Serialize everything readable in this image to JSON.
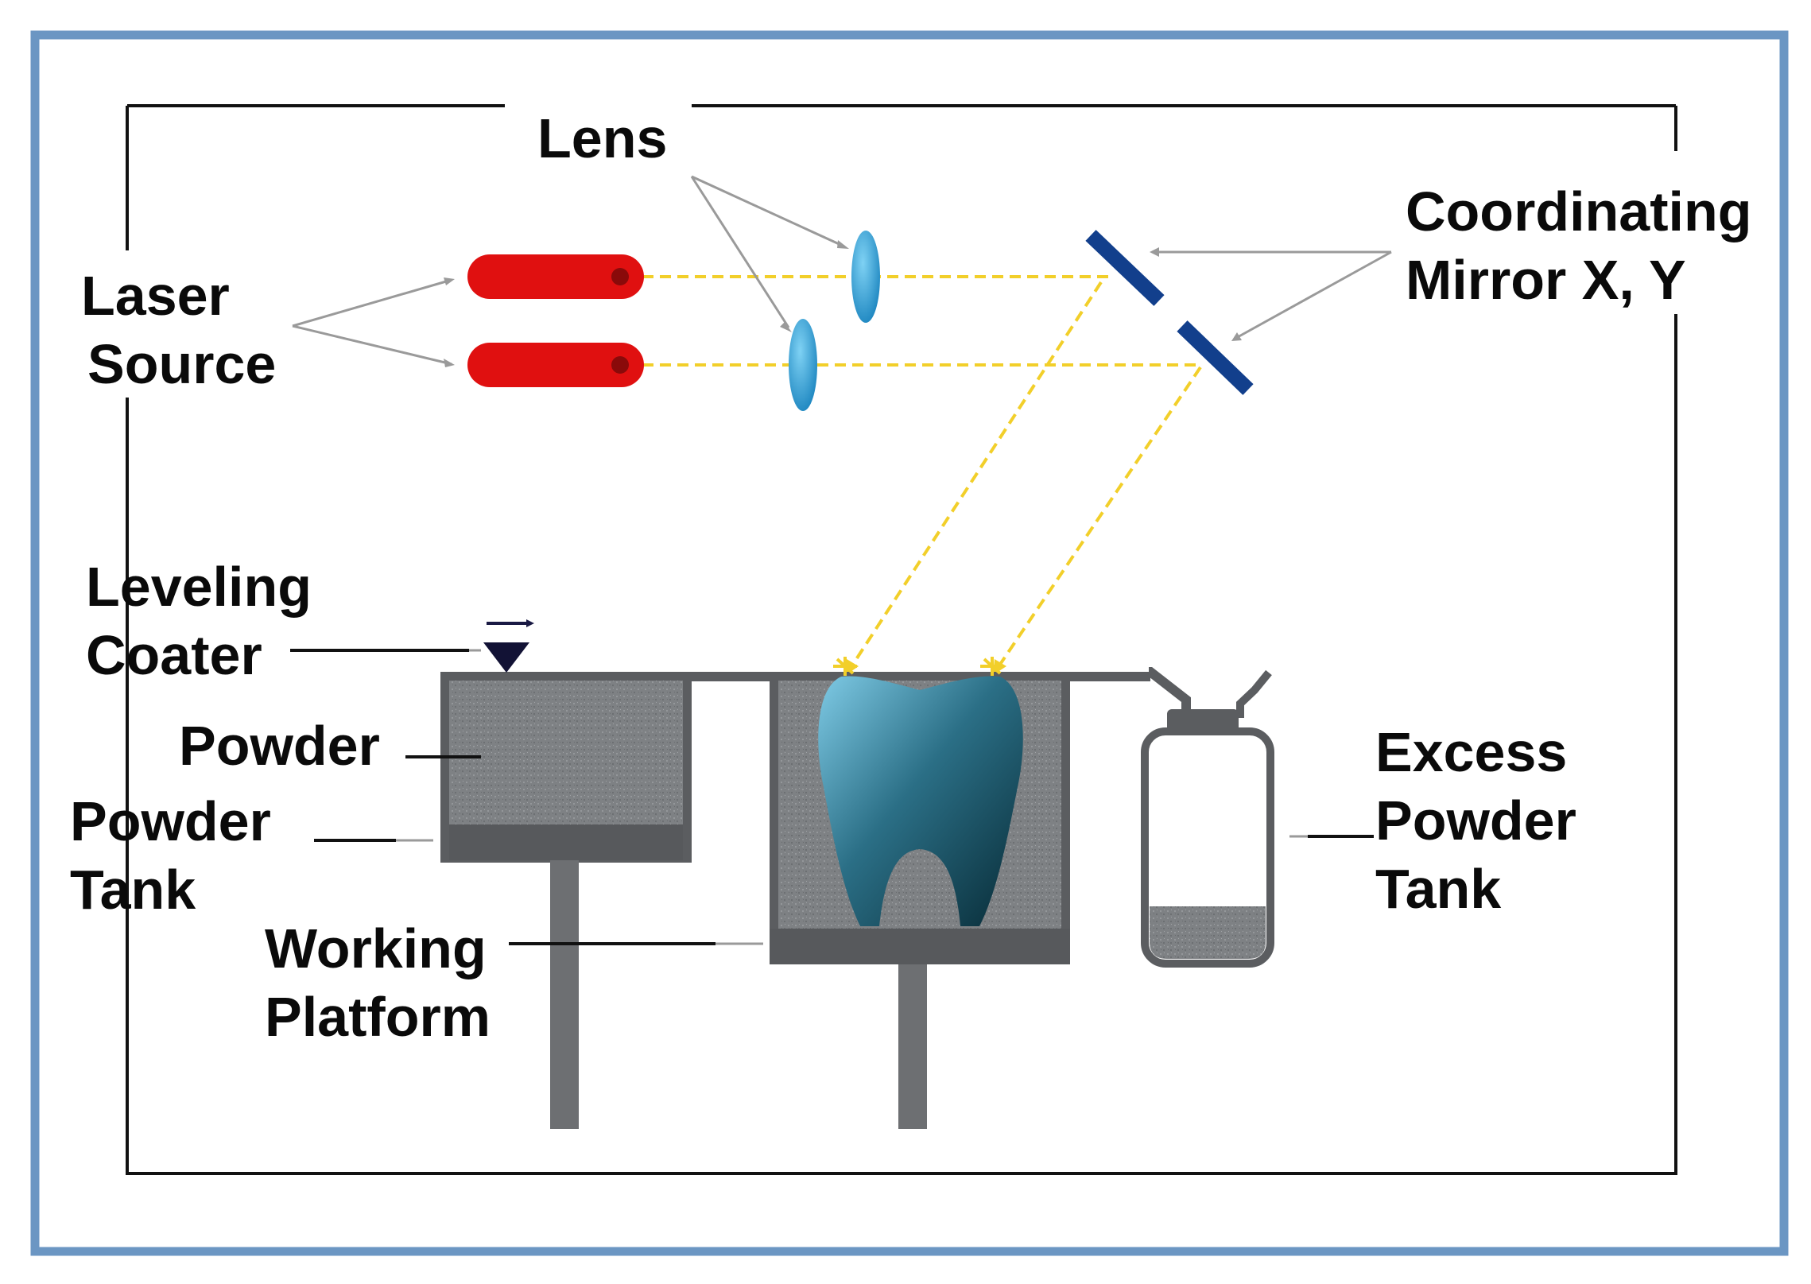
{
  "labels": {
    "lens": "Lens",
    "laser_line1": "Laser",
    "laser_line2": "Source",
    "mirror_line1": "Coordinating",
    "mirror_line2": "Mirror X, Y",
    "coater_line1": "Leveling",
    "coater_line2": "Coater",
    "powder": "Powder",
    "powder_tank_line1": "Powder",
    "powder_tank_line2": "Tank",
    "working_line1": "Working",
    "working_line2": "Platform",
    "excess_line1": "Excess",
    "excess_line2": "Powder",
    "excess_line3": "Tank"
  },
  "colors": {
    "outer_border": "#6b96c3",
    "laser_red": "#e01010",
    "laser_dot": "#8a0a0a",
    "beam_yellow": "#f2cf2a",
    "lens_blue": "#2b9fd6",
    "mirror_blue": "#123f8c",
    "powder_gray": "#7e8184",
    "platform_gray": "#57595c",
    "tooth_light": "#7fcbe6",
    "tooth_dark": "#072a35"
  },
  "icons": {
    "laser": "laser-source-icon",
    "lens": "lens-icon",
    "mirror": "mirror-icon",
    "coater": "leveling-coater-icon",
    "tooth": "tooth-icon",
    "tank": "excess-powder-tank-icon"
  }
}
